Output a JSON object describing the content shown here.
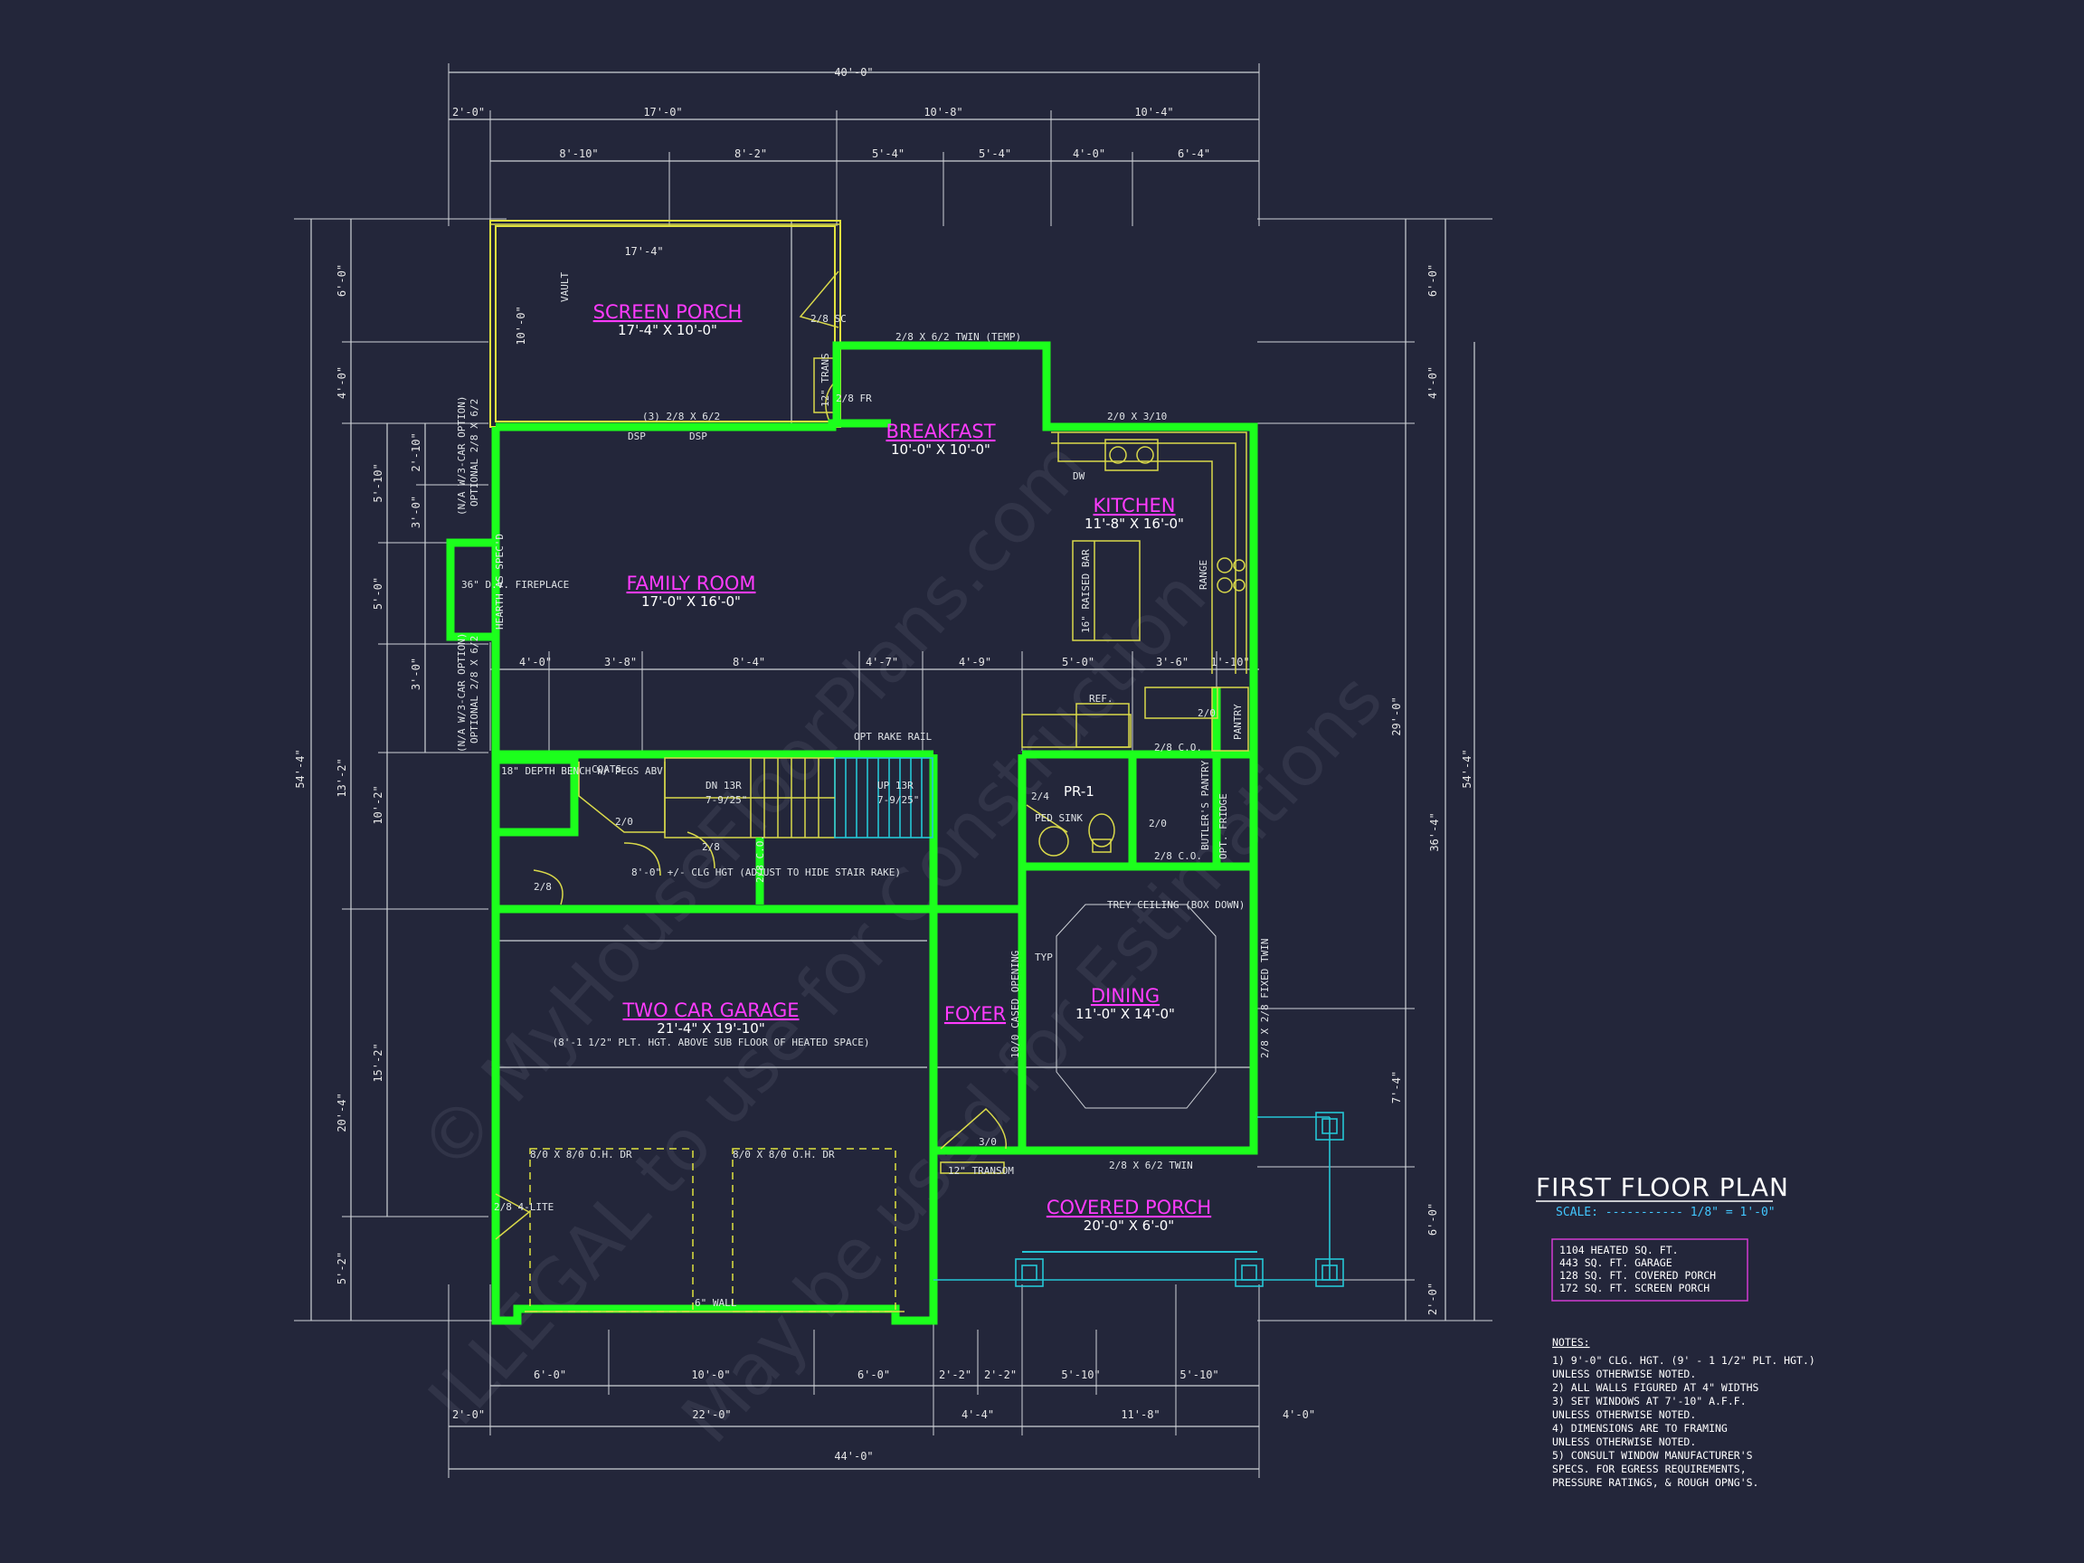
{
  "plan_title": "FIRST FLOOR PLAN",
  "scale_label": "SCALE: ----------- 1/8\" = 1'-0\"",
  "areas": [
    "1104 HEATED SQ. FT.",
    "443 SQ. FT. GARAGE",
    "128 SQ. FT. COVERED PORCH",
    "172 SQ. FT. SCREEN PORCH"
  ],
  "notes_heading": "NOTES:",
  "notes": [
    "1)  9'-0\" CLG. HGT. (9' - 1 1/2\" PLT. HGT.)",
    "     UNLESS OTHERWISE NOTED.",
    "2)  ALL  WALLS FIGURED AT 4\" WIDTHS",
    "3)  SET WINDOWS AT 7'-10\" A.F.F.",
    "     UNLESS OTHERWISE NOTED.",
    "4)  DIMENSIONS ARE TO FRAMING",
    "     UNLESS OTHERWISE NOTED.",
    "5)  CONSULT WINDOW MANUFACTURER'S",
    "     SPECS. FOR EGRESS REQUIREMENTS,",
    "     PRESSURE RATINGS, & ROUGH OPNG'S."
  ],
  "rooms": {
    "screen_porch": {
      "name": "SCREEN PORCH",
      "size": "17'-4\" X 10'-0\""
    },
    "breakfast": {
      "name": "BREAKFAST",
      "size": "10'-0\" X 10'-0\""
    },
    "kitchen": {
      "name": "KITCHEN",
      "size": "11'-8\" X 16'-0\""
    },
    "family_room": {
      "name": "FAMILY ROOM",
      "size": "17'-0\" X 16'-0\""
    },
    "two_car_garage": {
      "name": "TWO CAR GARAGE",
      "size": "21'-4\" X 19'-10\"",
      "sub": "(8'-1 1/2\" PLT. HGT. ABOVE SUB FLOOR OF HEATED SPACE)"
    },
    "foyer": {
      "name": "FOYER"
    },
    "dining": {
      "name": "DINING",
      "size": "11'-0\" X 14'-0\""
    },
    "covered_porch": {
      "name": "COVERED PORCH",
      "size": "20'-0\" X 6'-0\""
    }
  },
  "dims_top": {
    "overall": "40'-0\"",
    "row2": [
      "2'-0\"",
      "17'-0\"",
      "10'-8\"",
      "10'-4\""
    ],
    "row3": [
      "8'-10\"",
      "8'-2\"",
      "5'-4\"",
      "5'-4\"",
      "4'-0\"",
      "6'-4\""
    ]
  },
  "dims_bottom": {
    "overall": "44'-0\"",
    "row2": [
      "2'-0\"",
      "22'-0\"",
      "4'-4\"",
      "11'-8\"",
      "4'-0\""
    ],
    "row1": [
      "6'-0\"",
      "10'-0\"",
      "6'-0\"",
      "2'-2\"",
      "2'-2\"",
      "5'-10\"",
      "5'-10\""
    ]
  },
  "dims_left": {
    "overall": "54'-4\"",
    "row2": [
      "6'-0\"",
      "4'-0\"",
      "13'-2\"",
      "20'-4\"",
      "5'-2\""
    ],
    "row3": [
      "5'-10\"",
      "5'-0\"",
      "10'-2\"",
      "15'-2\""
    ],
    "row4": [
      "2'-10\"",
      "3'-0\"",
      "3'-0\""
    ]
  },
  "dims_right": {
    "overall": "54'-4\"",
    "inner": "36'-4\"",
    "row1": [
      "6'-0\"",
      "4'-0\"",
      "29'-0\"",
      "7'-4\"",
      "6'-0\"",
      "2'-0\""
    ]
  },
  "dims_mid": [
    "4'-0\"",
    "3'-8\"",
    "8'-4\"",
    "4'-7\"",
    "4'-9\"",
    "5'-0\"",
    "3'-6\"",
    "1'-10\""
  ],
  "labels": {
    "vault": "VAULT",
    "porch_width": "17'-4\"",
    "porch_depth": "10'-0\"",
    "sc": "2/8 SC",
    "trans": "12\" TRANS",
    "fr": "2/8 FR",
    "twin_temp": "2/8 X 6/2 TWIN (TEMP)",
    "triple": "(3) 2/8 X 6/2",
    "dsp1": "DSP",
    "dsp2": "DSP",
    "win_310": "2/0 X 3/10",
    "dw": "DW",
    "raised_bar": "16\" RAISED BAR",
    "range": "RANGE",
    "ref": "REF.",
    "pantry": "PANTRY",
    "pantry_door": "2/0",
    "fireplace": "36\" D.V. FIREPLACE",
    "hearth": "HEARTH AS SPEC'D",
    "car_opt1": "(N/A W/3-CAR OPTION)",
    "car_opt1b": "OPTIONAL 2/8 X 6/2",
    "car_opt2": "(N/A W/3-CAR OPTION)",
    "car_opt2b": "OPTIONAL 2/8 X 6/2",
    "bench": "18\" DEPTH BENCH W/ PEGS ABV",
    "coats": "COATS",
    "dn": "DN 13R",
    "dn_r": "7-9/25\"",
    "up": "UP 13R",
    "up_r": "7-9/25\"",
    "opt_rake": "OPT RAKE RAIL",
    "clg_hgt": "8'-0\" +/- CLG HGT (ADJUST TO HIDE STAIR RAKE)",
    "co1": "2/8 C.O.",
    "co2": "2/8 C.O.",
    "co3": "2/8 C.O.",
    "pr1": "PR-1",
    "ped_sink": "PED SINK",
    "butlers": "BUTLER'S PANTRY",
    "opt_fridge": "OPT. FRIDGE",
    "trey": "TREY CEILING (BOX DOWN)",
    "cased": "10/0 CASED OPENING",
    "fixed_twin": "2/8 X 2/8 FIXED TWIN",
    "typ": "TYP",
    "twin_front": "2/8 X 6/2 TWIN",
    "transom": "12\" TRANSOM",
    "door_310": "3/0",
    "ohdr1": "8/0 X 8/0 O.H. DR",
    "ohdr2": "8/0 X 8/0 O.H. DR",
    "wall6": "6\" WALL",
    "lite": "2/8 4-LITE",
    "d28a": "2/8",
    "d20a": "2/0",
    "d28b": "2/8",
    "d24": "2/4",
    "d20b": "2/0"
  },
  "watermarks": [
    "© MyHouseFloorPlans.com",
    "ILLEGAL to use for Construction",
    "May be used for Estimations"
  ]
}
